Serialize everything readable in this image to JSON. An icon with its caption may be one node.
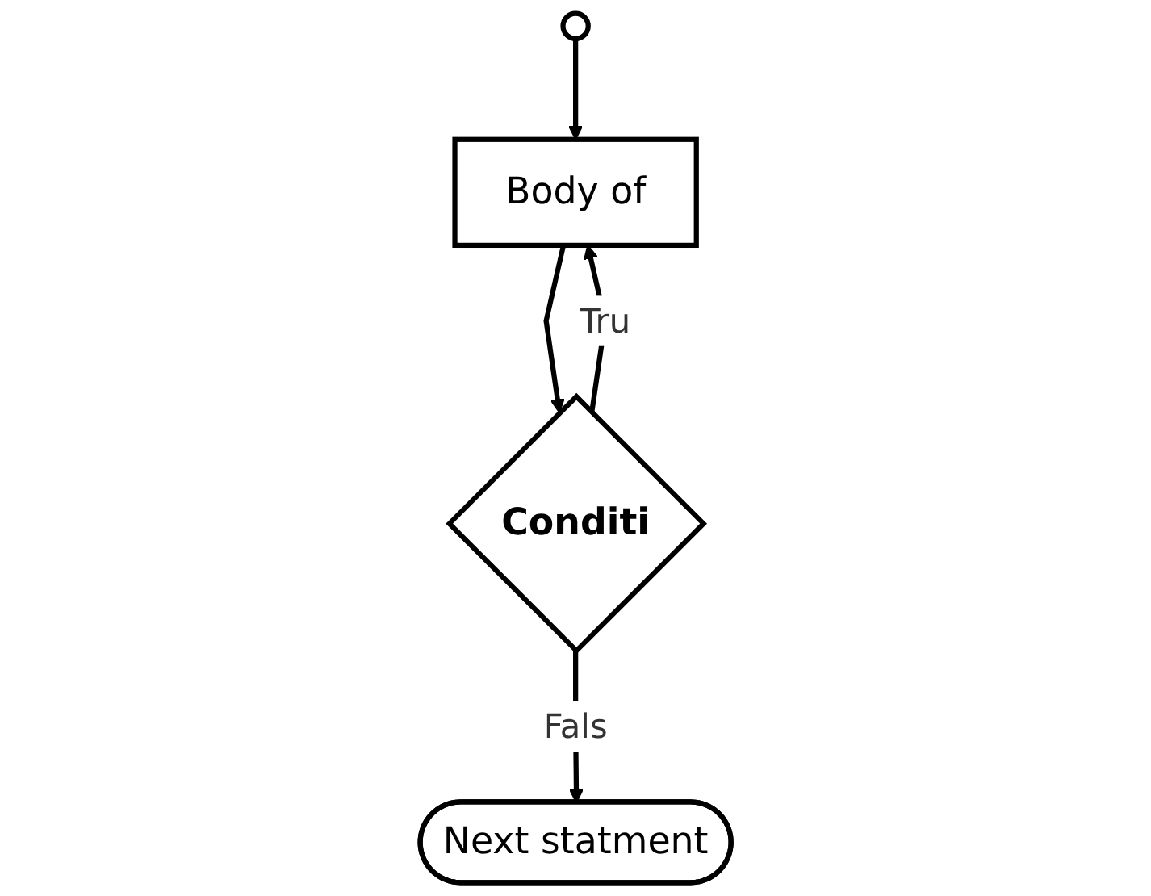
{
  "diagram": {
    "nodes": [
      {
        "text": [],
        "shape": "circle"
      },
      {
        "text": [
          "Body of"
        ]
      },
      {
        "text": [
          "Conditi"
        ]
      },
      {
        "text": [
          "Next statment"
        ]
      }
    ],
    "edges": [
      {
        "from": 0,
        "to": 1,
        "arrow": "to"
      },
      {
        "from": 1,
        "to": 2,
        "arrow": "to"
      },
      {
        "from": 2,
        "to": 3,
        "label": "Fals",
        "arrow": "to"
      },
      {
        "from": 2,
        "to": 1,
        "label": "Tru",
        "arrow": "to"
      }
    ]
  }
}
